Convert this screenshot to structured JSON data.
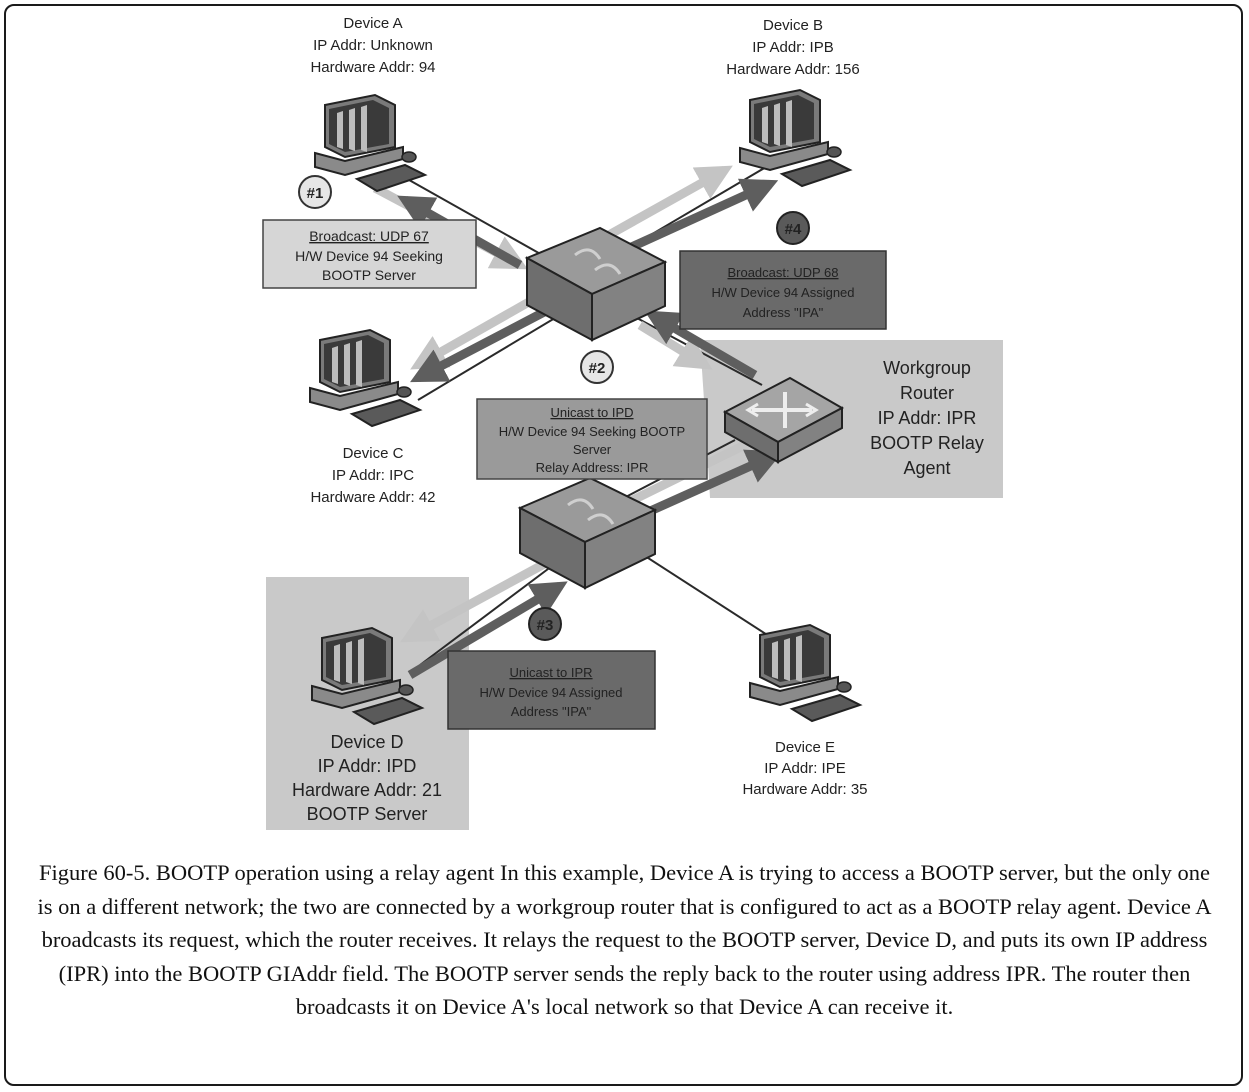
{
  "devices": {
    "a": {
      "name": "Device A",
      "ip": "IP Addr: Unknown",
      "hw": "Hardware Addr: 94"
    },
    "b": {
      "name": "Device B",
      "ip": "IP Addr: IPB",
      "hw": "Hardware Addr: 156"
    },
    "c": {
      "name": "Device C",
      "ip": "IP Addr: IPC",
      "hw": "Hardware Addr: 42"
    },
    "d": {
      "name": "Device D",
      "ip": "IP Addr: IPD",
      "hw": "Hardware Addr: 21",
      "role": "BOOTP Server"
    },
    "e": {
      "name": "Device E",
      "ip": "IP Addr: IPE",
      "hw": "Hardware Addr: 35"
    }
  },
  "router": {
    "line1": "Workgroup",
    "line2": "Router",
    "line3": "IP Addr: IPR",
    "line4": "BOOTP Relay",
    "line5": "Agent"
  },
  "steps": {
    "s1": "#1",
    "s2": "#2",
    "s3": "#3",
    "s4": "#4"
  },
  "messages": {
    "m1": {
      "title": "Broadcast: UDP 67",
      "line1": "H/W Device 94 Seeking",
      "line2": "BOOTP Server"
    },
    "m2": {
      "title": "Unicast to IPD",
      "line1": "H/W Device 94 Seeking BOOTP",
      "line2": "Server",
      "line3": "Relay Address: IPR"
    },
    "m3": {
      "title": "Unicast to IPR",
      "line1": "H/W Device 94 Assigned",
      "line2": "Address \"IPA\""
    },
    "m4": {
      "title": "Broadcast: UDP 68",
      "line1": "H/W Device 94 Assigned",
      "line2": "Address \"IPA\""
    }
  },
  "caption": "Figure 60-5. BOOTP operation using a relay agent In this example, Device A is trying to access a BOOTP server, but the only one is on a different network; the two are connected by a workgroup router that is configured to act as a BOOTP relay agent. Device A broadcasts its request, which the router receives. It relays the request to the BOOTP server, Device D, and puts its own IP address (IPR) into the BOOTP GIAddr field. The BOOTP server sends the reply back to the router using address IPR. The router then broadcasts it on Device A's local network so that Device A can receive it.",
  "colors": {
    "light_arrow": "#c4c4c4",
    "dark_arrow": "#5e5e5e",
    "dark_box": "#6a6a6a",
    "light_box": "#d0d0d0",
    "mid_box": "#9a9a9a",
    "highlight_bg": "#c9c9c9"
  }
}
